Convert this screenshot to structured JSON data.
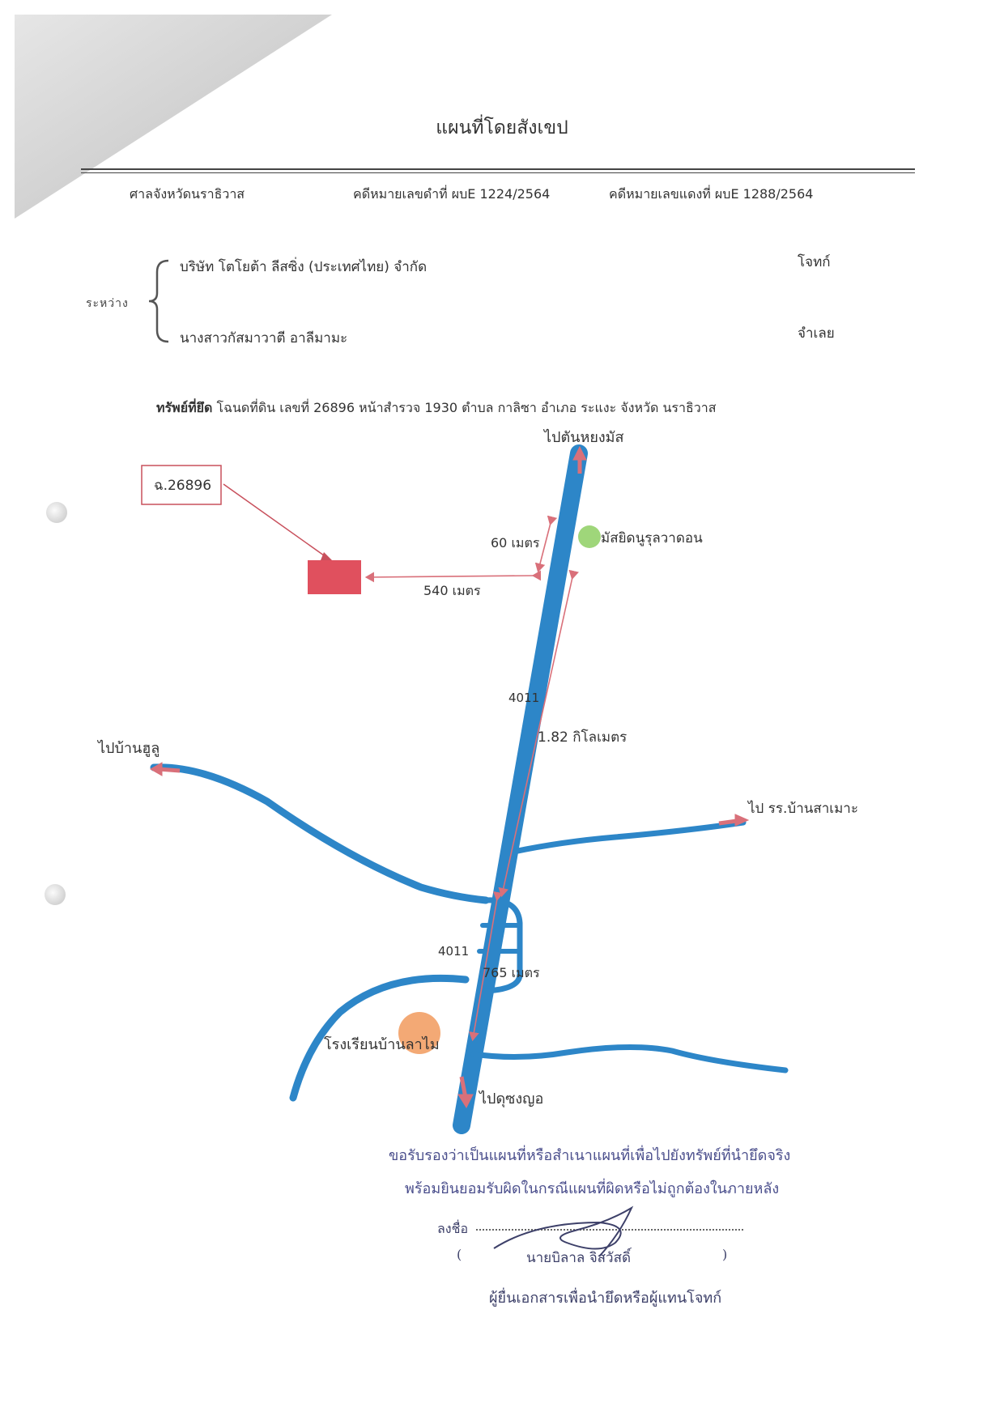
{
  "title": "แผนที่โดยสังเขป",
  "header": {
    "court": "ศาลจังหวัดนราธิวาส",
    "black_case": "คดีหมายเลขดำที่ ผบE 1224/2564",
    "red_case": "คดีหมายเลขแดงที่ ผบE 1288/2564"
  },
  "parties": {
    "between_label": "ระหว่าง",
    "plaintiff_name": "บริษัท โตโยต้า ลีสซิ่ง (ประเทศไทย) จำกัด",
    "plaintiff_role": "โจทก์",
    "defendant_name": "นางสาวกัสมาวาตี อาลีมามะ",
    "defendant_role": "จำเลย"
  },
  "property": {
    "label": "ทรัพย์ที่ยึด",
    "text": "โฉนดที่ดิน เลขที่ 26896 หน้าสำรวจ 1930 ตำบล กาลิซา อำเภอ ระแงะ จังหวัด นราธิวาส"
  },
  "map": {
    "parcel_label": "ฉ.26896",
    "to_north": "ไปตันหยงมัส",
    "to_south": "ไปดุซงญอ",
    "to_west": "ไปบ้านฮูลู",
    "to_east": "ไป รร.บ้านสาเมาะ",
    "mosque": "มัสยิดนูรุลวาดอน",
    "school": "โรงเรียนบ้านลาไม",
    "road_number_upper": "4011",
    "road_number_lower": "4011",
    "dist_60": "60 เมตร",
    "dist_540": "540 เมตร",
    "dist_182": "1.82 กิโลเมตร",
    "dist_765": "765 เมตร",
    "colors": {
      "road": "#2d86c8",
      "arrow": "#d9707a",
      "parcel": "#e0505e",
      "mosque": "#9fd67a",
      "school": "#f2a066"
    }
  },
  "certification": {
    "line1": "ขอรับรองว่าเป็นแผนที่หรือสำเนาแผนที่เพื่อไปยังทรัพย์ที่นำยึดจริง",
    "line2": "พร้อมยินยอมรับผิดในกรณีแผนที่ผิดหรือไม่ถูกต้องในภายหลัง",
    "sign_label": "ลงชื่อ",
    "signer_name": "นายบิลาล จิสวัสดิ์",
    "open_paren": "(",
    "close_paren": ")",
    "signer_role": "ผู้ยื่นเอกสารเพื่อนำยึดหรือผู้แทนโจทก์"
  }
}
